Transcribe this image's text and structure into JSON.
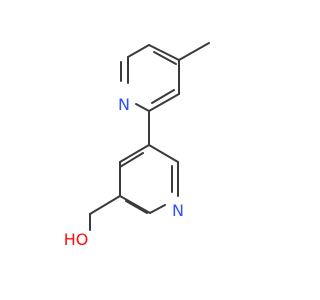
{
  "molecule": {
    "atoms": {
      "n1": {
        "text": "N",
        "color": "#3050F8"
      },
      "n2": {
        "text": "N",
        "color": "#3050F8"
      },
      "oh": {
        "text": "HO",
        "color": "#FF0D0D"
      }
    },
    "bond_color": "#3a3a3a"
  }
}
